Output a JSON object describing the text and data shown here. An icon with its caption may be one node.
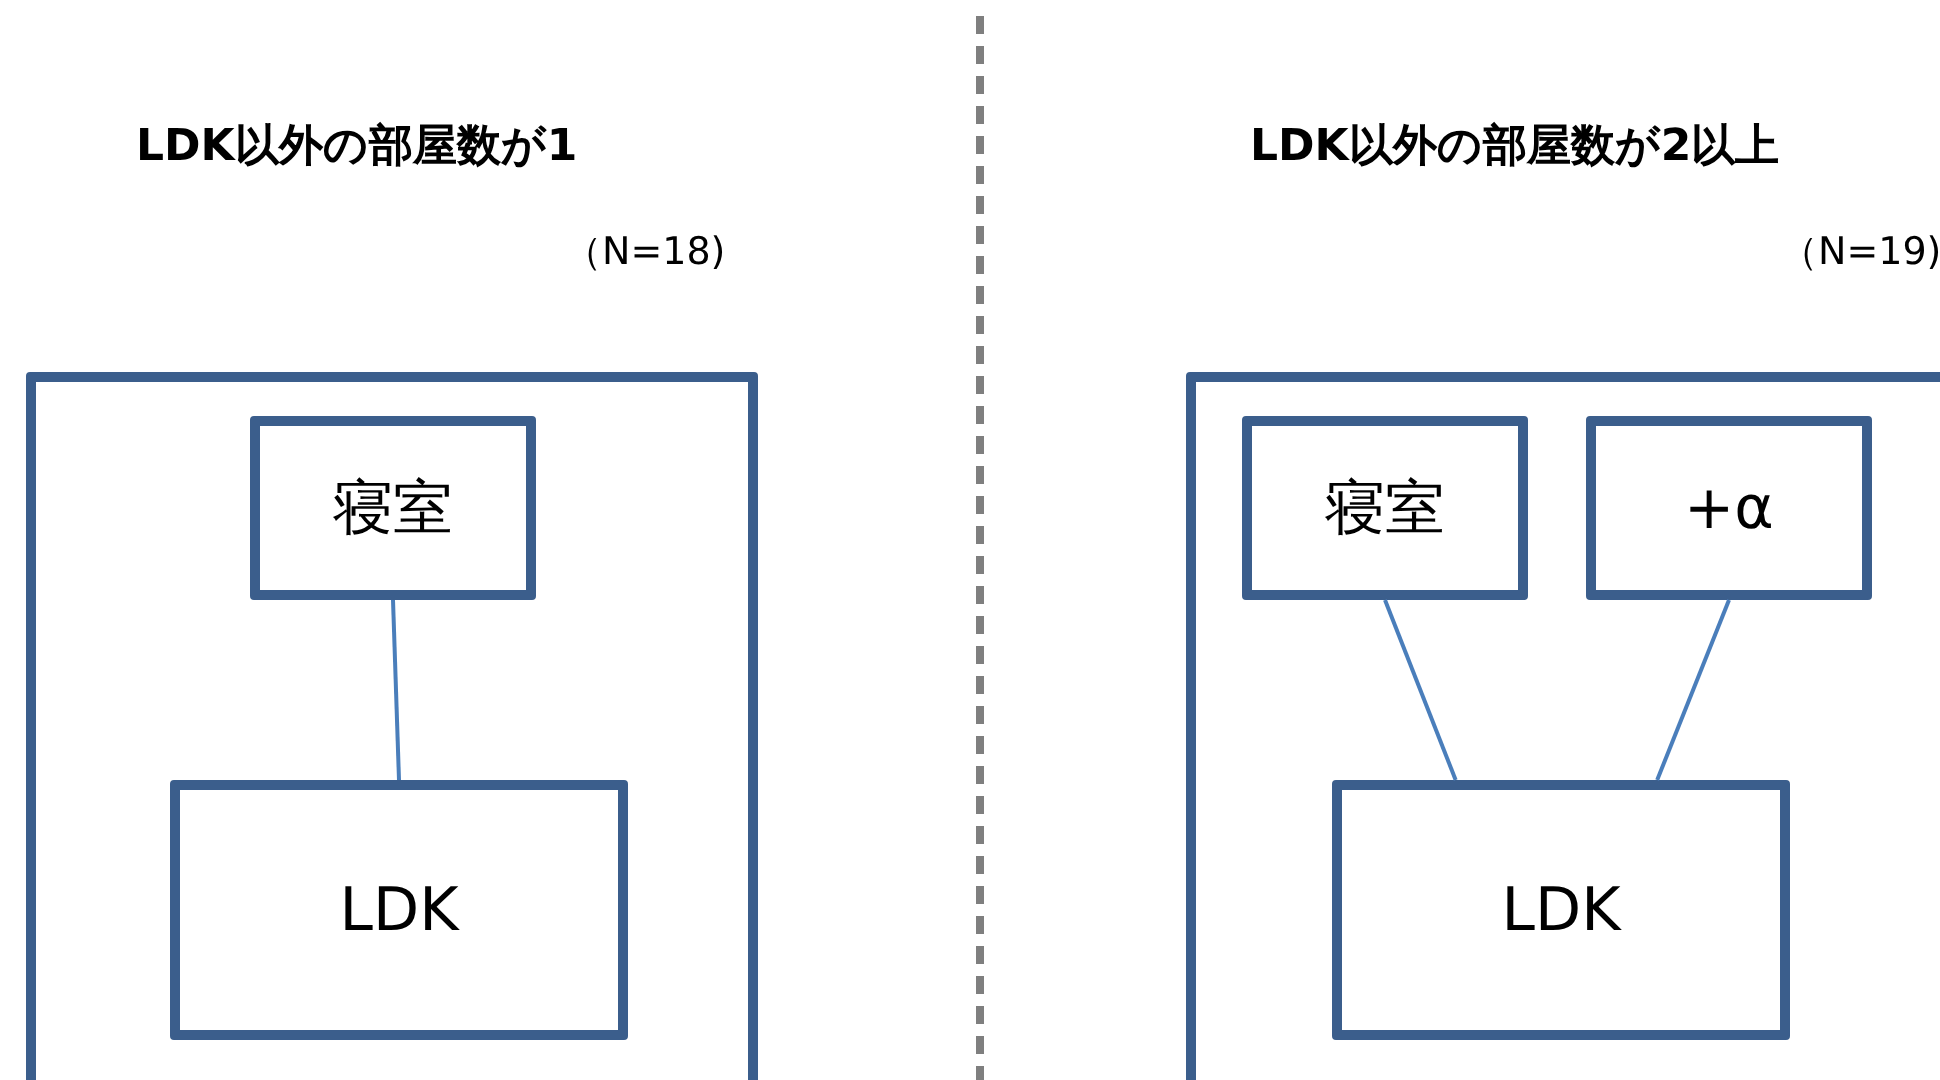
{
  "diagram": {
    "nodes": [
      {
        "text": [],
        "shape": "box"
      },
      {
        "text": [
          "寝室"
        ],
        "in": 0
      },
      {
        "text": [
          "LDK"
        ],
        "in": 0
      },
      {
        "text": [],
        "shape": "box"
      },
      {
        "text": [
          "寝室"
        ],
        "in": 3
      },
      {
        "text": [
          "+α"
        ],
        "in": 3
      },
      {
        "text": [
          "LDK"
        ],
        "in": 3
      }
    ],
    "edges": [
      {
        "from": 1,
        "to": 2,
        "arrow": "none"
      },
      {
        "from": 4,
        "to": 6,
        "arrow": "none"
      },
      {
        "from": 5,
        "to": 6,
        "arrow": "none"
      }
    ],
    "labels": [
      "LDK以外の部屋数が1",
      "（N=18)",
      "LDK以外の部屋数が2以上",
      "（N=19)"
    ]
  }
}
